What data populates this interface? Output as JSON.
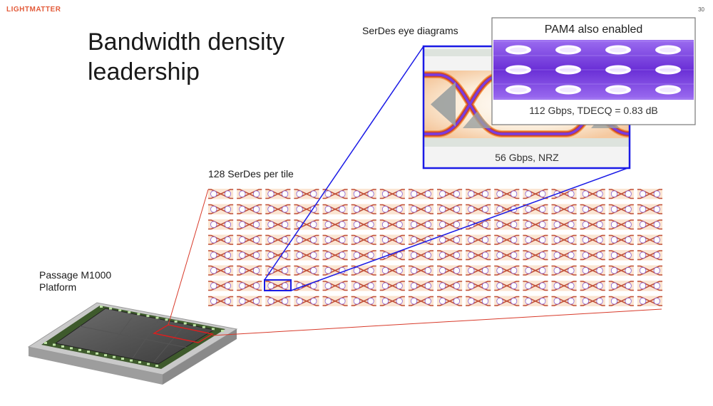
{
  "header": {
    "logo": "LIGHTMATTER",
    "page_number": "30"
  },
  "title_lines": [
    "Bandwidth density",
    "leadership"
  ],
  "labels": {
    "eye_diagrams": "SerDes eye diagrams",
    "serdes_per_tile": "128 SerDes per tile",
    "platform_line1": "Passage M1000",
    "platform_line2": "Platform"
  },
  "nrz_panel": {
    "caption": "56 Gbps, NRZ"
  },
  "pam4_panel": {
    "title": "PAM4 also enabled",
    "caption": "112 Gbps, TDECQ = 0.83 dB"
  },
  "grid": {
    "rows": 8,
    "cols": 16
  },
  "colors": {
    "accent": "#e35b3a",
    "zoom_box": "#1a1ae6",
    "callout_line": "#d83a2a",
    "eye_bg": "#fbecd8",
    "eye_line": "#c0503a",
    "pam4_purple": "#7a3be0"
  },
  "platform_icon": "chip-package-icon"
}
